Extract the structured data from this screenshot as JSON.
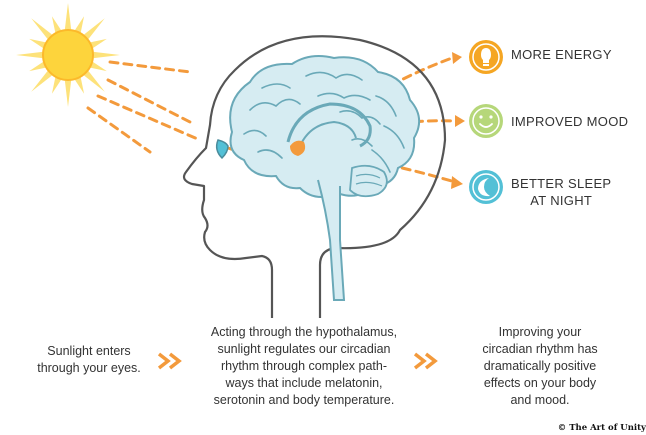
{
  "colors": {
    "sun": "#fdd43c",
    "sun_rays": "#fde27a",
    "arrow": "#f39a3c",
    "brain_fill": "#d6ecf2",
    "brain_stroke": "#6aa9b8",
    "head_stroke": "#555555",
    "energy_icon": "#f5a623",
    "mood_icon": "#b6d77a",
    "sleep_icon": "#53c0d6"
  },
  "icons": {
    "energy": "lightbulb-icon",
    "mood": "smiley-icon",
    "sleep": "moon-icon"
  },
  "effects": [
    {
      "label": "MORE ENERGY"
    },
    {
      "label": "IMPROVED MOOD"
    },
    {
      "label_line1": "BETTER SLEEP",
      "label_line2": "AT NIGHT"
    }
  ],
  "captions": {
    "step1": [
      "Sunlight enters",
      "through your eyes."
    ],
    "step2": [
      "Acting through the hypothalamus,",
      "sunlight regulates our circadian",
      "rhythm through complex path-",
      "ways that include melatonin,",
      "serotonin and body temperature."
    ],
    "step3": [
      "Improving your",
      "circadian rhythm has",
      "dramatically positive",
      "effects on your body",
      "and mood."
    ]
  },
  "credit": "© The Art of Unity"
}
